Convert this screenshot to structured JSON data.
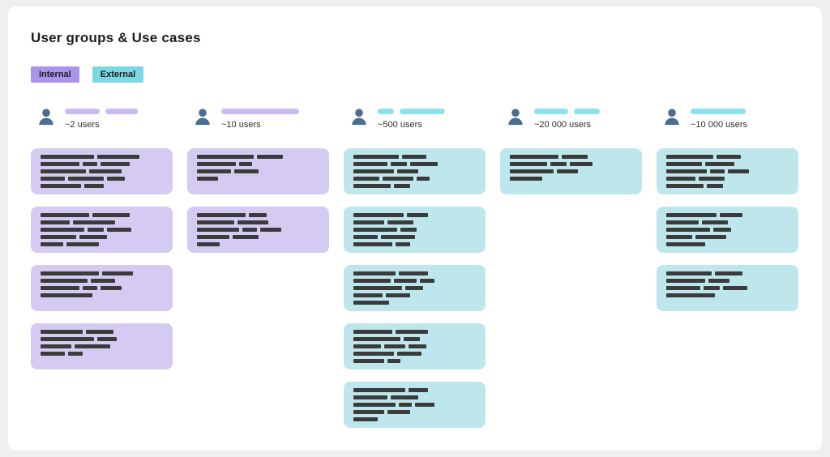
{
  "title": "User groups & Use cases",
  "legend": {
    "internal_label": "Internal",
    "external_label": "External"
  },
  "colors": {
    "internal_chip": "#ab95ec",
    "external_chip": "#7bd8e2",
    "internal_card": "#d5cbf2",
    "external_card": "#bde7ed",
    "internal_tag": "#c9baf4",
    "external_tag": "#8ce2ec",
    "redaction": "#3b3b3b",
    "icon": "#4d6d8f"
  },
  "columns": [
    {
      "id": "group-2-users",
      "type": "internal",
      "label": "~2 users",
      "tags": [
        43,
        40
      ],
      "cards": [
        {
          "lines": [
            [
              66,
              52
            ],
            [
              48,
              18,
              36
            ],
            [
              56,
              40
            ],
            [
              30,
              44,
              22
            ],
            [
              50,
              24
            ]
          ]
        },
        {
          "lines": [
            [
              60,
              46
            ],
            [
              36,
              52
            ],
            [
              54,
              20,
              30
            ],
            [
              44,
              34
            ],
            [
              28,
              40
            ]
          ]
        },
        {
          "lines": [
            [
              72,
              38
            ],
            [
              58,
              30
            ],
            [
              48,
              18,
              26
            ],
            [
              64
            ]
          ]
        },
        {
          "lines": [
            [
              52,
              34
            ],
            [
              66,
              24
            ],
            [
              38,
              44
            ],
            [
              30,
              18
            ]
          ]
        }
      ]
    },
    {
      "id": "group-10-users",
      "type": "internal",
      "label": "~10 users",
      "tags": [
        96
      ],
      "cards": [
        {
          "lines": [
            [
              70,
              32
            ],
            [
              48,
              16
            ],
            [
              42,
              30
            ],
            [
              26
            ]
          ]
        },
        {
          "lines": [
            [
              60,
              22
            ],
            [
              46,
              38
            ],
            [
              52,
              18,
              26
            ],
            [
              40,
              32
            ],
            [
              28
            ]
          ]
        }
      ]
    },
    {
      "id": "group-500-users",
      "type": "external",
      "label": "~500 users",
      "tags": [
        20,
        56
      ],
      "cards": [
        {
          "lines": [
            [
              56,
              30
            ],
            [
              42,
              20,
              34
            ],
            [
              50,
              26
            ],
            [
              32,
              38,
              16
            ],
            [
              46,
              20
            ]
          ]
        },
        {
          "lines": [
            [
              62,
              26
            ],
            [
              38,
              32
            ],
            [
              54,
              20
            ],
            [
              30,
              42
            ],
            [
              48,
              18
            ]
          ]
        },
        {
          "lines": [
            [
              52,
              36
            ],
            [
              46,
              28,
              18
            ],
            [
              60,
              22
            ],
            [
              36,
              30
            ],
            [
              44
            ]
          ]
        },
        {
          "lines": [
            [
              48,
              40
            ],
            [
              58,
              20
            ],
            [
              34,
              26,
              22
            ],
            [
              50,
              30
            ],
            [
              38,
              16
            ]
          ]
        },
        {
          "lines": [
            [
              64,
              24
            ],
            [
              42,
              34
            ],
            [
              52,
              16,
              24
            ],
            [
              38,
              28
            ],
            [
              30
            ]
          ]
        }
      ]
    },
    {
      "id": "group-20000-users",
      "type": "external",
      "label": "~20 000 users",
      "tags": [
        42,
        32
      ],
      "cards": [
        {
          "lines": [
            [
              60,
              32
            ],
            [
              46,
              20,
              28
            ],
            [
              54,
              26
            ],
            [
              40
            ]
          ]
        }
      ]
    },
    {
      "id": "group-10000-users",
      "type": "external",
      "label": "~10 000 users",
      "tags": [
        68
      ],
      "cards": [
        {
          "lines": [
            [
              58,
              30
            ],
            [
              44,
              36
            ],
            [
              50,
              18,
              26
            ],
            [
              36,
              32
            ],
            [
              46,
              20
            ]
          ]
        },
        {
          "lines": [
            [
              62,
              28
            ],
            [
              40,
              32
            ],
            [
              54,
              22
            ],
            [
              32,
              38
            ],
            [
              48
            ]
          ]
        },
        {
          "lines": [
            [
              56,
              34
            ],
            [
              48,
              26
            ],
            [
              42,
              20,
              30
            ],
            [
              60
            ]
          ]
        }
      ]
    }
  ]
}
